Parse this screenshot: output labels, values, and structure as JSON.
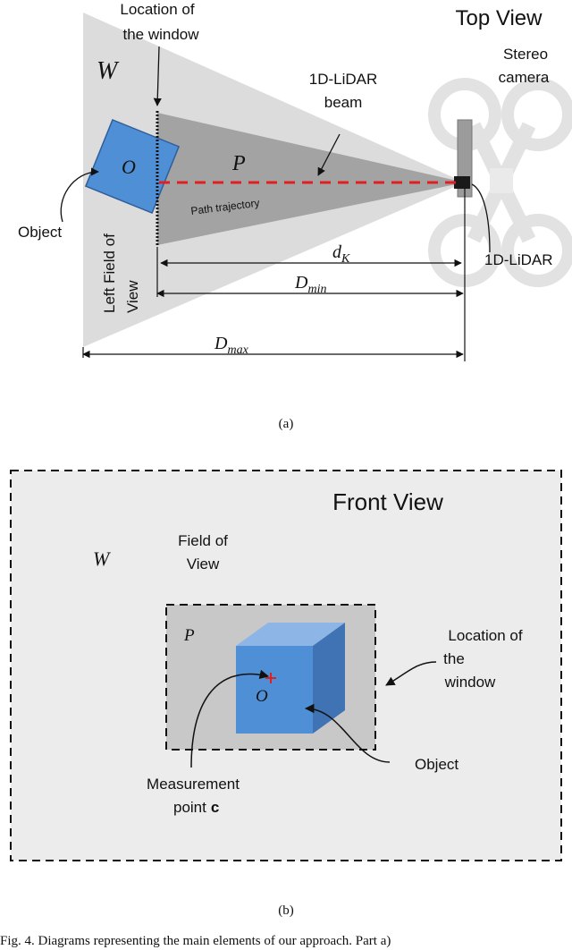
{
  "top_view": {
    "title": "Top View",
    "window_label_1": "Location of",
    "window_label_2": "the window",
    "W_symbol": "W",
    "O_symbol": "O",
    "P_symbol": "P",
    "lidar_beam_1": "1D-LiDAR",
    "lidar_beam_2": "beam",
    "stereo_1": "Stereo",
    "stereo_2": "camera",
    "path_trajectory": "Path trajectory",
    "object_label": "Object",
    "left_fov": "Left Field of",
    "left_fov_2": "View",
    "lidar_label": "1D-LiDAR",
    "dK_main": "d",
    "dK_sub": "K",
    "Dmin_main": "D",
    "Dmin_sub": "min",
    "Dmax_main": "D",
    "Dmax_sub": "max",
    "caption": "(a)"
  },
  "front_view": {
    "title": "Front View",
    "W_symbol": "W",
    "fov_1": "Field of",
    "fov_2": "View",
    "P_symbol": "P",
    "O_symbol": "O",
    "window_1": "Location of",
    "window_2": "the",
    "window_3": "window",
    "object_label": "Object",
    "measure_1": "Measurement",
    "measure_2": "point",
    "measure_c": "c",
    "caption": "(b)"
  },
  "footer": {
    "text": "Fig. 4.   Diagrams representing the main elements of our approach. Part a)"
  },
  "colors": {
    "fov_gray": "#dcdcdc",
    "window_gray": "#a6a6a6",
    "object_blue": "#4f8fd6",
    "beam_red": "#e02020"
  }
}
